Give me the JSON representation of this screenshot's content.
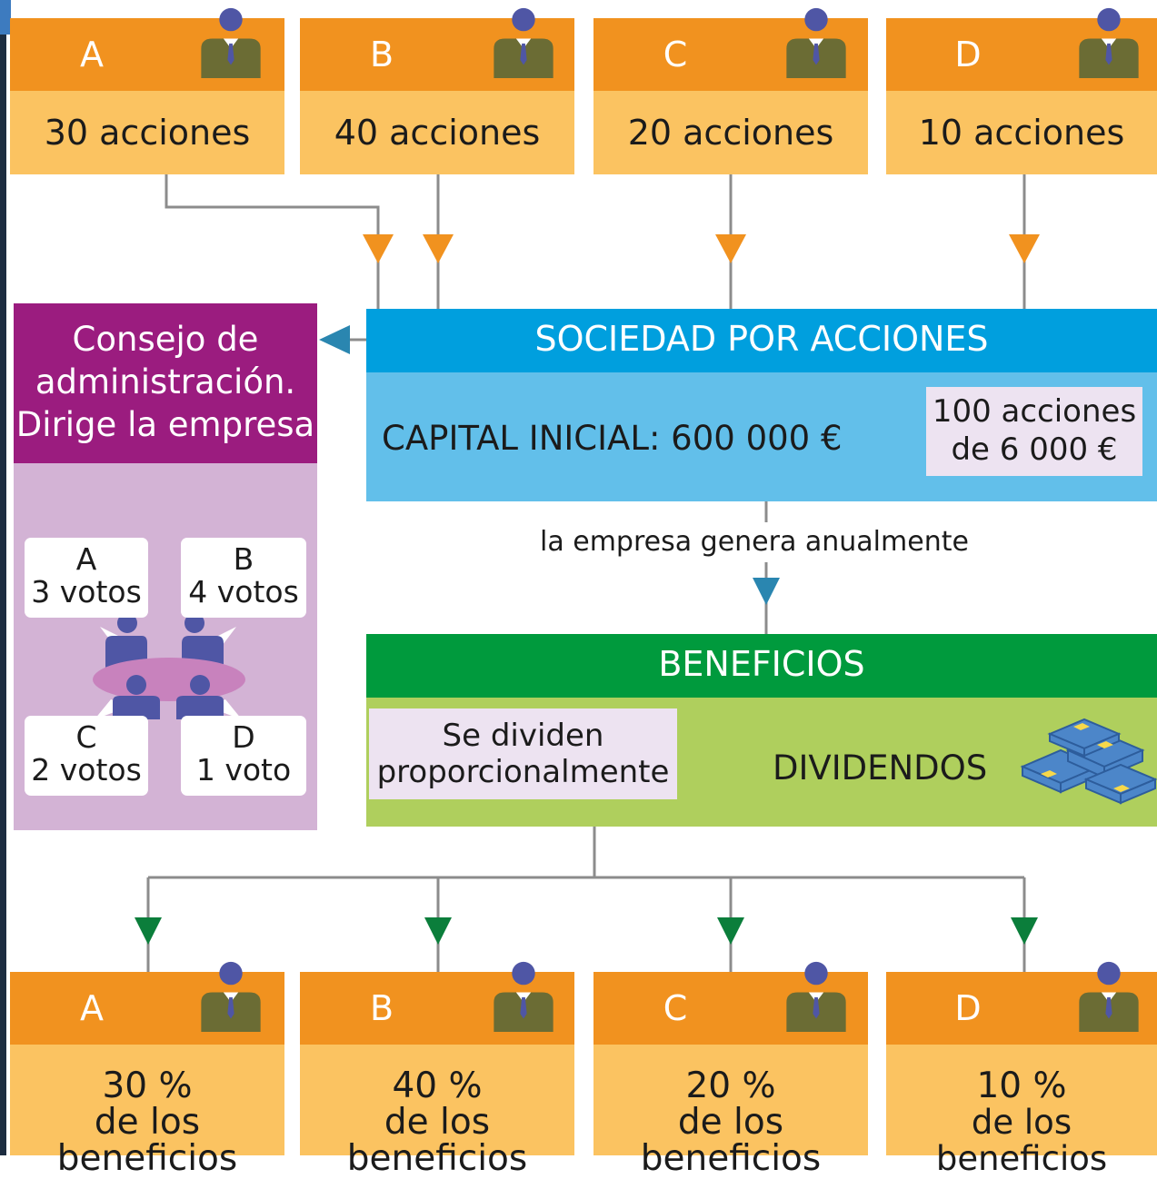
{
  "shareholders_top": [
    {
      "letter": "A",
      "shares": "30 acciones"
    },
    {
      "letter": "B",
      "shares": "40 acciones"
    },
    {
      "letter": "C",
      "shares": "20 acciones"
    },
    {
      "letter": "D",
      "shares": "10 acciones"
    }
  ],
  "board": {
    "title_line1": "Consejo de",
    "title_line2": "administración.",
    "title_line3": "Dirige la empresa",
    "votes": [
      {
        "letter": "A",
        "votes": "3 votos"
      },
      {
        "letter": "B",
        "votes": "4 votos"
      },
      {
        "letter": "C",
        "votes": "2 votos"
      },
      {
        "letter": "D",
        "votes": "1 voto"
      }
    ]
  },
  "company": {
    "title": "SOCIEDAD POR ACCIONES",
    "capital": "CAPITAL INICIAL: 600 000 €",
    "shares_line1": "100 acciones",
    "shares_line2": "de 6 000 €"
  },
  "flow_label": "la empresa genera anualmente",
  "profits": {
    "title": "BENEFICIOS",
    "split_line1": "Se dividen",
    "split_line2": "proporcionalmente",
    "dividends": "DIVIDENDOS"
  },
  "shareholders_bottom": [
    {
      "letter": "A",
      "pct": "30 %",
      "label": "de los beneficios"
    },
    {
      "letter": "B",
      "pct": "40 %",
      "label": "de los beneficios"
    },
    {
      "letter": "C",
      "pct": "20 %",
      "label": "de los beneficios"
    },
    {
      "letter": "D",
      "pct": "10 %",
      "label": "de los beneficios"
    }
  ],
  "icons": {
    "shareholder": "person-icon",
    "meeting": "meeting-icon",
    "money": "money-stack-icon"
  },
  "colors": {
    "orange": "#f1921f",
    "light_orange": "#fbc361",
    "blue": "#009fde",
    "light_blue": "#62bfea",
    "purple": "#9b1c7f",
    "light_purple": "#d3b3d5",
    "green": "#009a3d",
    "light_green": "#afcf5d",
    "connector": "#8c8c8c"
  }
}
